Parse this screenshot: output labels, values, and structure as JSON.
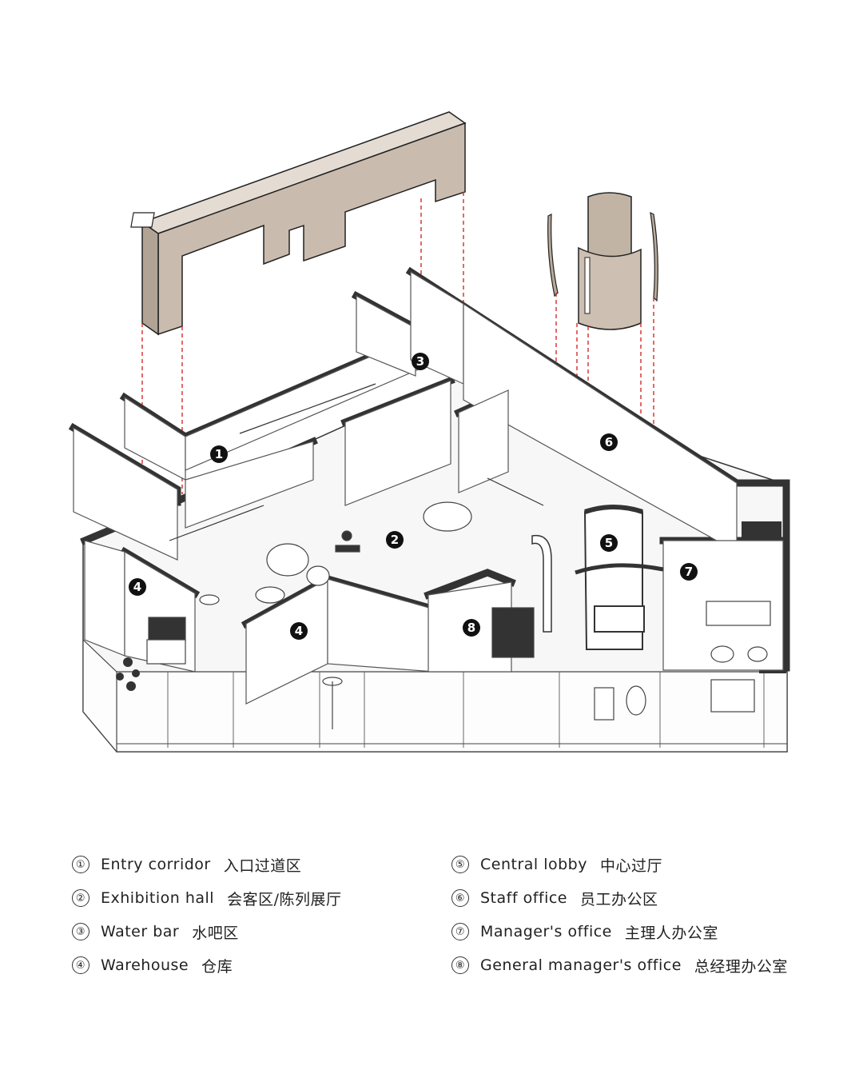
{
  "diagram": {
    "zone_markers": [
      "1",
      "2",
      "3",
      "4",
      "4",
      "5",
      "6",
      "7",
      "8"
    ]
  },
  "legend": {
    "items": [
      {
        "num": "①",
        "en": "Entry corridor",
        "zh": "入口过道区"
      },
      {
        "num": "②",
        "en": "Exhibition hall",
        "zh": "会客区/陈列展厅"
      },
      {
        "num": "③",
        "en": "Water bar",
        "zh": "水吧区"
      },
      {
        "num": "④",
        "en": "Warehouse",
        "zh": "仓库"
      },
      {
        "num": "⑤",
        "en": "Central lobby",
        "zh": "中心过厅"
      },
      {
        "num": "⑥",
        "en": "Staff office",
        "zh": "员工办公区"
      },
      {
        "num": "⑦",
        "en": "Manager's office",
        "zh": "主理人办公室"
      },
      {
        "num": "⑧",
        "en": "General manager's office",
        "zh": "总经理办公室"
      }
    ]
  },
  "colors": {
    "wood": "#c9bcae",
    "wood_dark": "#a89a8a",
    "wall": "#333333",
    "guide_line": "#d42a2a"
  }
}
